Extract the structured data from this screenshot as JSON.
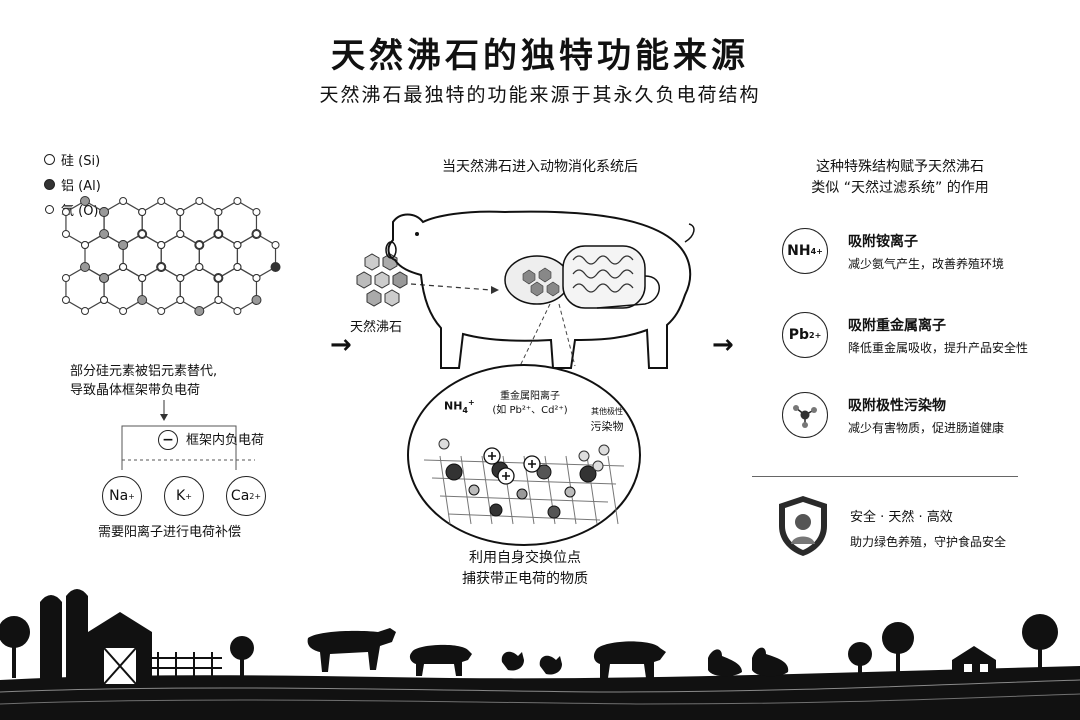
{
  "header": {
    "title": "天然沸石的独特功能来源",
    "subtitle": "天然沸石最独特的功能来源于其永久负电荷结构"
  },
  "left_panel": {
    "legend": [
      {
        "label": "硅 (Si)"
      },
      {
        "label": "铝 (Al)"
      },
      {
        "label": "氧 (O)"
      }
    ],
    "caption_line1": "部分硅元素被铝元素替代,",
    "caption_line2": "导致晶体框架带负电荷",
    "framework_label": "框架内负电荷",
    "minus_sign": "−",
    "cations": [
      {
        "base": "Na",
        "sup": "+"
      },
      {
        "base": "K",
        "sup": "+"
      },
      {
        "base": "Ca",
        "sup": "2+"
      }
    ],
    "bottom_caption": "需要阳离子进行电荷补偿"
  },
  "middle_panel": {
    "heading": "当天然沸石进入动物消化系统后",
    "zeolite_label": "天然沸石",
    "zoom": {
      "nh4_base": "NH",
      "nh4_sub": "4",
      "nh4_sup": "+",
      "heavy_metal_label": "重金属阳离子",
      "heavy_metal_examples": "(如 Pb²⁺、Cd²⁺)",
      "polar_label_small": "其他极性",
      "polar_label": "污染物"
    },
    "caption_line1": "利用自身交换位点",
    "caption_line2": "捕获带正电荷的物质"
  },
  "right_panel": {
    "heading_line1": "这种特殊结构赋予天然沸石",
    "heading_line2": "类似 “天然过滤系统” 的作用",
    "features": [
      {
        "badge_base": "NH",
        "badge_sub": "4",
        "badge_sup": "+",
        "title": "吸附铵离子",
        "desc": "减少氨气产生，改善养殖环境",
        "icon": "ammonium-badge-icon"
      },
      {
        "badge_base": "Pb",
        "badge_sub": "",
        "badge_sup": "2+",
        "title": "吸附重金属离子",
        "desc": "降低重金属吸收，提升产品安全性",
        "icon": "lead-badge-icon"
      },
      {
        "badge_base": "",
        "badge_sub": "",
        "badge_sup": "",
        "title": "吸附极性污染物",
        "desc": "减少有害物质，促进肠道健康",
        "icon": "molecule-icon"
      }
    ],
    "safety_title": "安全 · 天然 · 高效",
    "safety_desc": "助力绿色养殖，守护食品安全"
  },
  "arrows": {
    "glyph": "→"
  }
}
